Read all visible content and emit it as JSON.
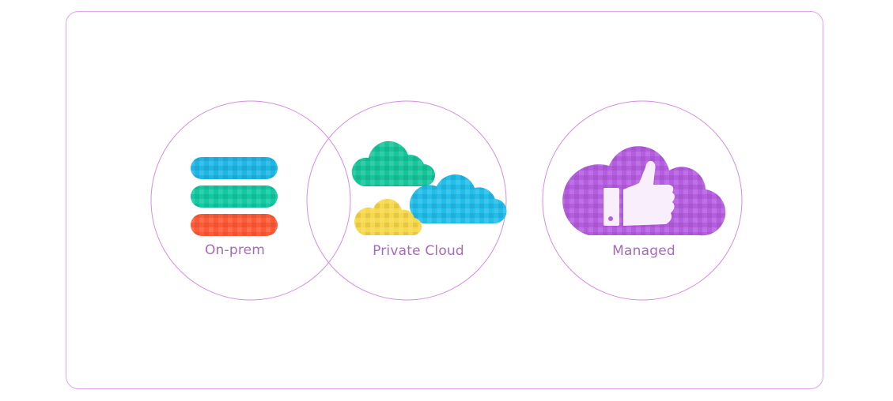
{
  "labels": {
    "on_prem": "On-prem",
    "private_cloud": "Private Cloud",
    "managed": "Managed"
  },
  "colors": {
    "frame_border": "#e0a3ec",
    "circle_stroke": "#d68ce6",
    "label_text": "#a56bb8",
    "server_blue": "#1fb6e6",
    "server_teal": "#12c9a2",
    "server_orange": "#ff5a36",
    "cloud_green": "#17c59b",
    "cloud_blue": "#22bde9",
    "cloud_yellow": "#f7d84d",
    "cloud_purple": "#b55de0",
    "thumb_fill": "#f9effc"
  },
  "icons": [
    "server-stack-icon",
    "multi-cloud-icon",
    "cloud-thumbs-up-icon"
  ]
}
